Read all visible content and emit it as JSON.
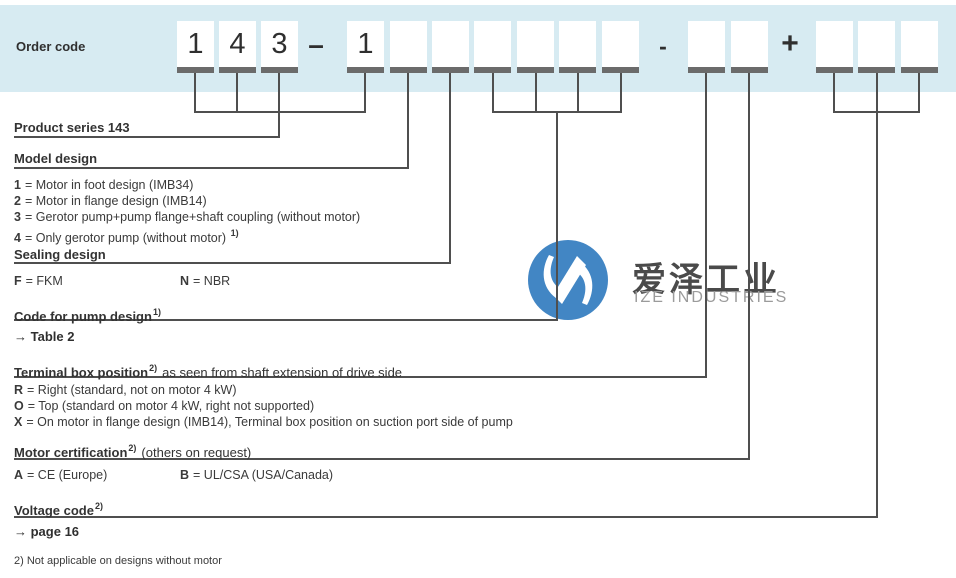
{
  "header": {
    "label": "Order code"
  },
  "order_code": {
    "boxes": [
      "1",
      "4",
      "3",
      "1",
      "",
      "",
      "",
      "",
      "",
      "",
      "",
      "",
      "",
      "",
      ""
    ],
    "sep_dash1": "–",
    "sep_dash2": "-",
    "sep_plus": "+"
  },
  "sections": [
    {
      "title": "Product series 143",
      "sup": "",
      "suffix": "",
      "link": "",
      "options": []
    },
    {
      "title": "Model design",
      "sup": "",
      "suffix": "",
      "link": "",
      "options": [
        {
          "key": "1",
          "text": "= Motor in foot design (IMB34)",
          "sup": ""
        },
        {
          "key": "2",
          "text": "= Motor in flange design (IMB14)",
          "sup": ""
        },
        {
          "key": "3",
          "text": "= Gerotor pump+pump flange+shaft coupling (without motor)",
          "sup": ""
        },
        {
          "key": "4",
          "text": "= Only gerotor pump (without motor)",
          "sup": "1)"
        }
      ]
    },
    {
      "title": "Sealing design",
      "sup": "",
      "suffix": "",
      "link": "",
      "options": [
        {
          "key": "F",
          "text": "= FKM",
          "sup": ""
        },
        {
          "key": "N",
          "text": "= NBR",
          "sup": ""
        }
      ]
    },
    {
      "title": "Code for pump design",
      "sup": "1)",
      "suffix": "",
      "link": "→ Table 2",
      "options": []
    },
    {
      "title": "Terminal box position",
      "sup": "2)",
      "suffix": "as seen from shaft extension of drive side",
      "link": "",
      "options": [
        {
          "key": "R",
          "text": "= Right (standard, not on motor 4 kW)",
          "sup": ""
        },
        {
          "key": "O",
          "text": "= Top (standard on motor 4 kW, right not supported)",
          "sup": ""
        },
        {
          "key": "X",
          "text": "= On motor in flange design (IMB14), Terminal box position on suction port side of pump",
          "sup": ""
        }
      ]
    },
    {
      "title": "Motor certification",
      "sup": "2)",
      "suffix": "(others on request)",
      "link": "",
      "options": [
        {
          "key": "A",
          "text": "= CE (Europe)",
          "sup": ""
        },
        {
          "key": "B",
          "text": "= UL/CSA (USA/Canada)",
          "sup": ""
        }
      ]
    },
    {
      "title": "Voltage code",
      "sup": "2)",
      "suffix": "",
      "link": "→ page 16",
      "options": []
    }
  ],
  "footnote": "2) Not applicable on designs without motor",
  "watermark": {
    "cn": "爱泽工业",
    "en": "IZE INDUSTRIES"
  },
  "colors": {
    "band": "#d7ebf2",
    "box_bar": "#6b6b6b",
    "line": "#4f4f4f",
    "logo_blue": "#4286c4",
    "logo_gray": "#9b9b9b"
  }
}
